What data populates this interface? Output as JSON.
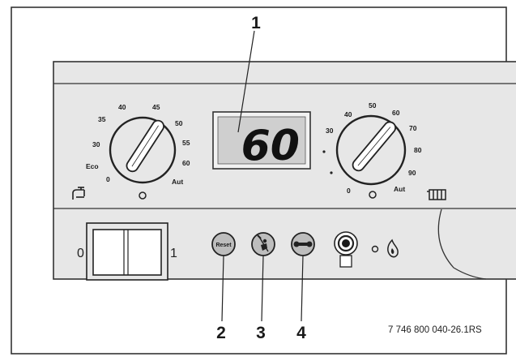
{
  "display": {
    "value": "60"
  },
  "callouts": [
    "1",
    "2",
    "3",
    "4"
  ],
  "dhw_dial": {
    "scale": [
      "35",
      "40",
      "45",
      "50",
      "55",
      "60",
      "30",
      "Eco",
      "0",
      "Aut"
    ]
  },
  "heating_dial": {
    "scale": [
      "30",
      "40",
      "50",
      "60",
      "70",
      "80",
      "90",
      "0",
      "Aut"
    ]
  },
  "buttons": {
    "reset_label": "Reset"
  },
  "main_switch": {
    "off_label": "0",
    "on_label": "1"
  },
  "reference": "7 746 800 040-26.1RS",
  "colors": {
    "panel_fill": "#e7e7e7",
    "button_fill": "#bdbdbd",
    "display_fill": "#cfcfcf",
    "line": "#222222"
  }
}
